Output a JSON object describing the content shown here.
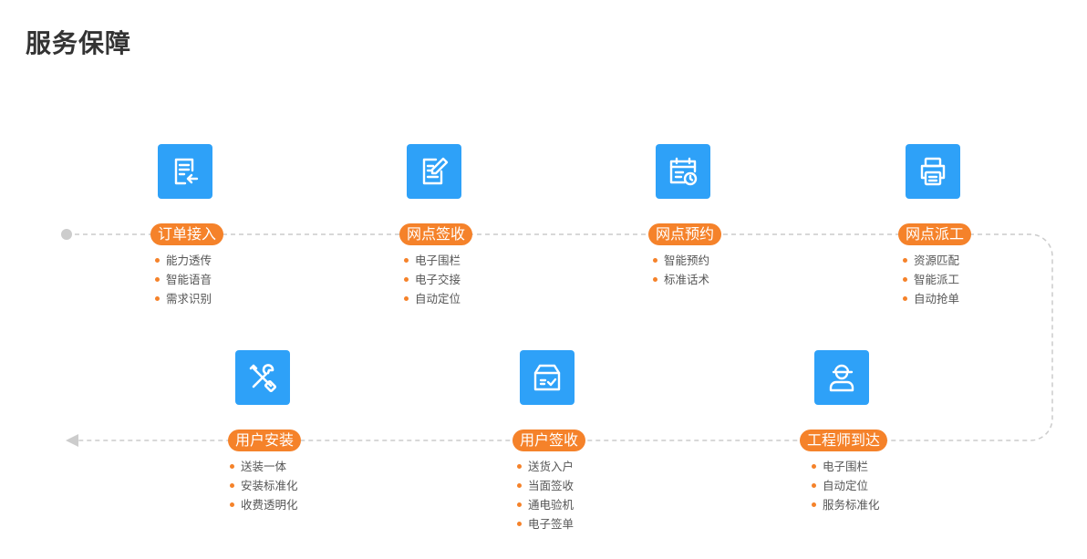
{
  "title": "服务保障",
  "steps": [
    {
      "label": "订单接入",
      "items": [
        "能力透传",
        "智能语音",
        "需求识别"
      ]
    },
    {
      "label": "网点签收",
      "items": [
        "电子围栏",
        "电子交接",
        "自动定位"
      ]
    },
    {
      "label": "网点预约",
      "items": [
        "智能预约",
        "标准话术"
      ]
    },
    {
      "label": "网点派工",
      "items": [
        "资源匹配",
        "智能派工",
        "自动抢单"
      ]
    },
    {
      "label": "工程师到达",
      "items": [
        "电子围栏",
        "自动定位",
        "服务标准化"
      ]
    },
    {
      "label": "用户签收",
      "items": [
        "送货入户",
        "当面签收",
        "通电验机",
        "电子签单"
      ]
    },
    {
      "label": "用户安装",
      "items": [
        "送装一体",
        "安装标准化",
        "收费透明化"
      ]
    }
  ],
  "icons": [
    "document-return-icon",
    "edit-document-icon",
    "calendar-clock-icon",
    "printer-icon",
    "engineer-icon",
    "box-check-icon",
    "tools-icon"
  ],
  "colors": {
    "icon_bg": "#2ea1f8",
    "accent": "#f5822a",
    "line": "#cccccc"
  }
}
